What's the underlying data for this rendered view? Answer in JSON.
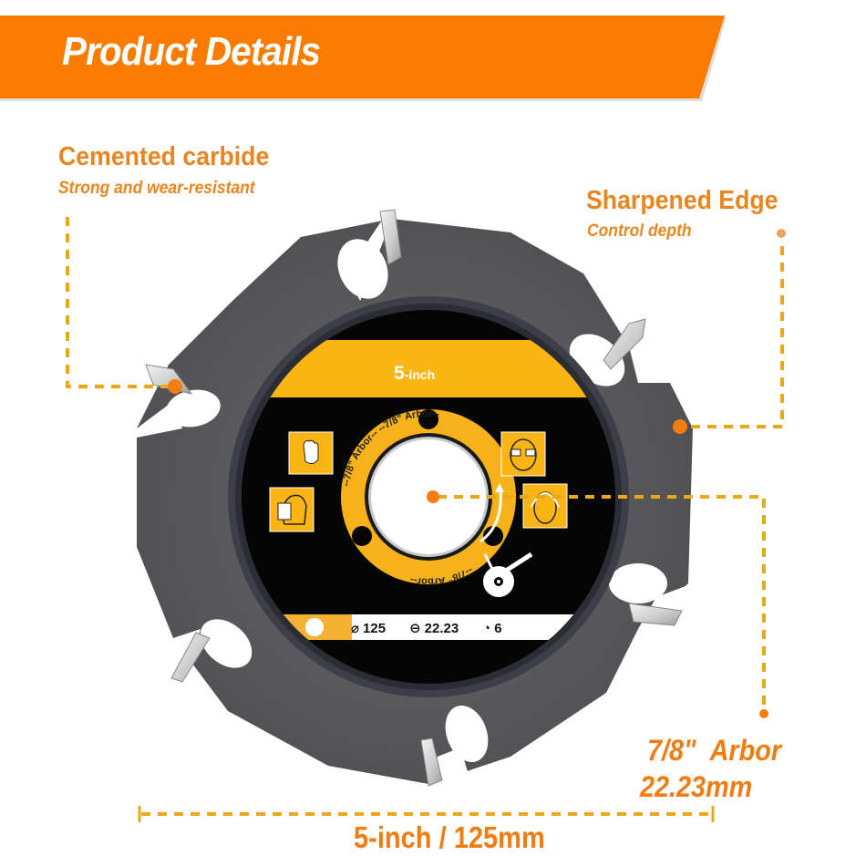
{
  "banner": {
    "title": "Product Details",
    "color": "#f97c00"
  },
  "callouts": {
    "carbide": {
      "title": "Cemented carbide",
      "subtitle": "Strong and wear-resistant"
    },
    "edge": {
      "title": "Sharpened Edge",
      "subtitle": "Control depth"
    },
    "arbor": {
      "title": "7/8\"  Arbor",
      "subtitle": "22.23mm"
    },
    "diameter": {
      "label": "5-inch / 125mm"
    }
  },
  "blade_label": {
    "size_number": "5",
    "size_unit": "-inch",
    "ring_text": [
      "--7/8\" Arbor--",
      "--7/8\" Arbor--",
      "--7/8\" Arbor--"
    ],
    "safety_icons": [
      "gloves-icon",
      "face-shield-icon",
      "safety-glasses-icon",
      "ear-protection-icon"
    ],
    "specs": [
      {
        "icon": "diameter-icon",
        "symbol": "⌀",
        "value": "125"
      },
      {
        "icon": "bore-icon",
        "symbol": "⊖",
        "value": "22.23"
      },
      {
        "icon": "teeth-icon",
        "symbol": "◔",
        "value": "6"
      }
    ]
  },
  "colors": {
    "accent_orange": "#f07d14",
    "dash_yellow": "#e9a817",
    "label_yellow": "#fab514",
    "blade_gray": "#5a5a5c"
  }
}
